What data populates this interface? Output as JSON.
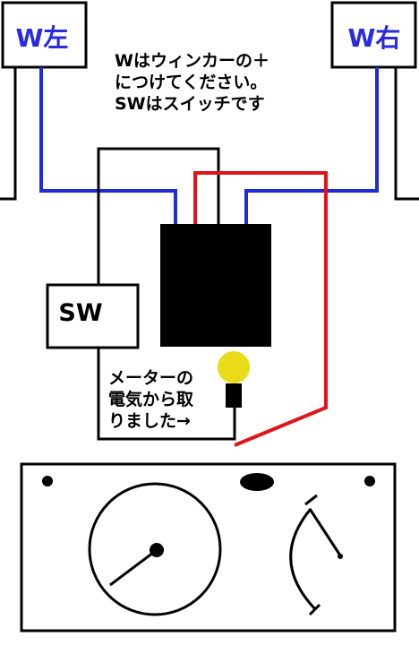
{
  "labels": {
    "w_left": "W左",
    "w_right": "W右",
    "sw": "SW",
    "note_lines": [
      "Wはウィンカーの＋",
      "につけてください。",
      "SWはスイッチです"
    ],
    "meter_note_lines": [
      "メーターの",
      "電気から取",
      "りました→"
    ]
  },
  "colors": {
    "wire_blue": "#1f2bd6",
    "wire_red": "#e0141a",
    "wire_black": "#000000",
    "label_blue": "#2a2ae0",
    "bulb_yellow": "#e8dc18",
    "relay_black": "#000000"
  },
  "icons": {
    "bulb": "bulb-icon",
    "speedometer": "speedometer-gauge-icon",
    "fuel_gauge": "fuel-gauge-icon"
  }
}
